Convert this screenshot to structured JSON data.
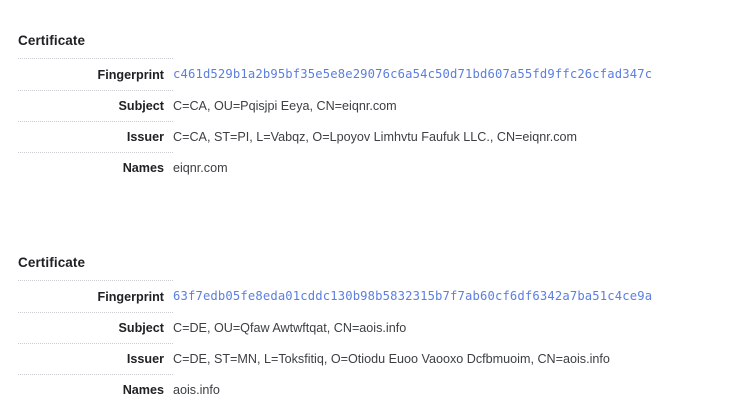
{
  "certificates": [
    {
      "section_title": "Certificate",
      "rows": [
        {
          "label": "Fingerprint",
          "value": "c461d529b1a2b95bf35e5e8e29076c6a54c50d71bd607a55fd9ffc26cfad347c",
          "type": "fingerprint"
        },
        {
          "label": "Subject",
          "value": "C=CA, OU=Pqisjpi Eeya, CN=eiqnr.com",
          "type": "text"
        },
        {
          "label": "Issuer",
          "value": "C=CA, ST=PI, L=Vabqz, O=Lpoyov Limhvtu Faufuk LLC., CN=eiqnr.com",
          "type": "text"
        },
        {
          "label": "Names",
          "value": "eiqnr.com",
          "type": "text"
        }
      ]
    },
    {
      "section_title": "Certificate",
      "rows": [
        {
          "label": "Fingerprint",
          "value": "63f7edb05fe8eda01cddc130b98b5832315b7f7ab60cf6df6342a7ba51c4ce9a",
          "type": "fingerprint"
        },
        {
          "label": "Subject",
          "value": "C=DE, OU=Qfaw Awtwftqat, CN=aois.info",
          "type": "text"
        },
        {
          "label": "Issuer",
          "value": "C=DE, ST=MN, L=Toksfitiq, O=Otiodu Euoo Vaooxo Dcfbmuoim, CN=aois.info",
          "type": "text"
        },
        {
          "label": "Names",
          "value": "aois.info",
          "type": "text"
        }
      ]
    }
  ],
  "colors": {
    "fingerprint_link": "#5b7fe0",
    "label_text": "#202124",
    "value_text": "#3c4043",
    "row_divider": "#c9ccd0",
    "background": "#ffffff"
  }
}
